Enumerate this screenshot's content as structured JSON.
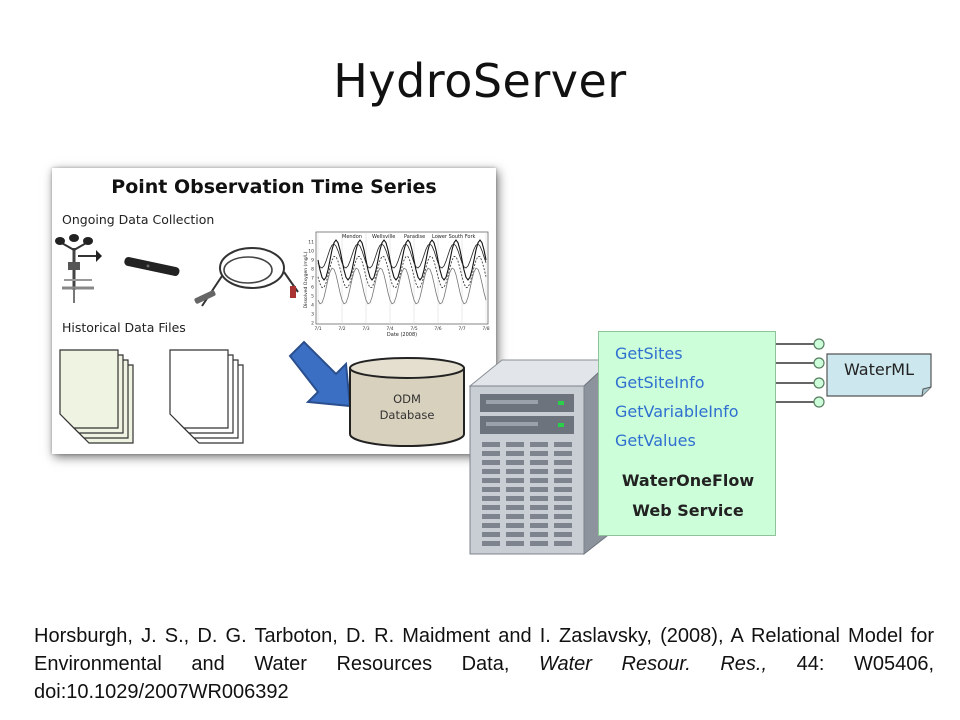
{
  "title": "HydroServer",
  "panel": {
    "title": "Point Observation Time Series",
    "ongoing_label": "Ongoing Data Collection",
    "historical_label": "Historical Data Files",
    "database_line1": "ODM",
    "database_line2": "Database"
  },
  "mini_chart": {
    "legend": [
      "Mendon",
      "Wellsville",
      "Paradise",
      "Lower South Fork"
    ],
    "y_ticks": [
      "11",
      "10",
      "9",
      "8",
      "7",
      "6",
      "5",
      "4",
      "3",
      "2"
    ],
    "x_ticks": [
      "7/1",
      "7/2",
      "7/3",
      "7/4",
      "7/5",
      "7/6",
      "7/7",
      "7/8"
    ],
    "x_label": "Date (2008)",
    "y_label": "Dissolved Oxygen (mg/L)"
  },
  "web_service": {
    "methods": [
      "GetSites",
      "GetSiteInfo",
      "GetVariableInfo",
      "GetValues"
    ],
    "title_line1": "WaterOneFlow",
    "title_line2": "Web Service"
  },
  "output_format": "WaterML",
  "citation": {
    "part1": "Horsburgh, J. S., D. G. Tarboton, D. R. Maidment and I. Zaslavsky, (2008), A Relational Model for Environmental and Water Resources Data, ",
    "journal": "Water Resour. Res.,",
    "part2": " 44: W05406, doi:10.1029/2007WR006392"
  },
  "colors": {
    "method_text": "#2f6fd0",
    "web_service_fill": "#ccffd9",
    "waterml_fill": "#cce8ee",
    "arrow_fill": "#3b6fc4",
    "database_fill": "#d8d1bd"
  }
}
